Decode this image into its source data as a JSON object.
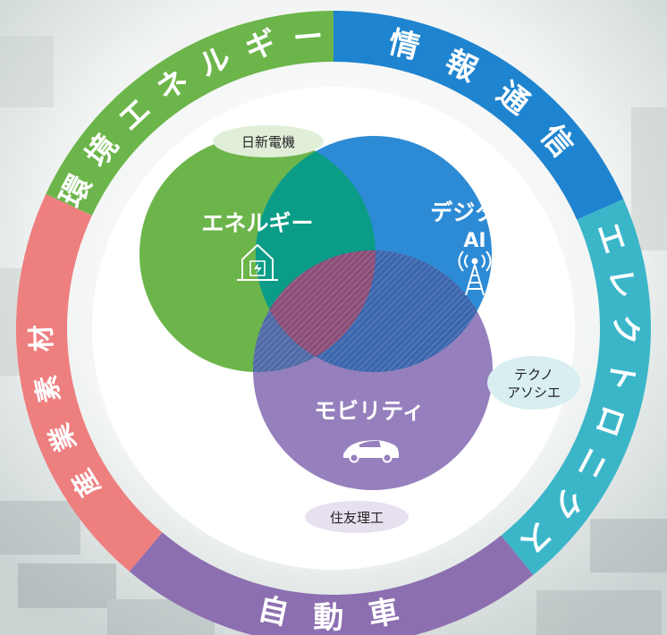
{
  "outer_ring": {
    "segments": [
      {
        "id": "env",
        "label": "環境エネルギー",
        "color": "#6cb54a"
      },
      {
        "id": "info",
        "label": "情報通信",
        "color": "#1f84cf"
      },
      {
        "id": "elec",
        "label": "エレクトロニクス",
        "color": "#3bb6c9"
      },
      {
        "id": "auto",
        "label": "自動車",
        "color": "#8c6fb0"
      },
      {
        "id": "ind",
        "label": "産業素材",
        "color": "#ee7f7f"
      }
    ]
  },
  "inner_circles": {
    "energy": {
      "label": "エネルギー",
      "color": "#6cb54a",
      "icon": "house-bolt-icon"
    },
    "digital": {
      "line1": "デジタル",
      "line2": "AI",
      "color": "#2d8bd5",
      "icon": "antenna-tower-icon"
    },
    "mobility": {
      "label": "モビリティ",
      "color": "#9580bd",
      "icon": "car-icon"
    }
  },
  "companies": {
    "nissin": "日新電機",
    "techno_line1": "テクノ",
    "techno_line2": "アソシエ",
    "sumitomo": "住友理工"
  }
}
